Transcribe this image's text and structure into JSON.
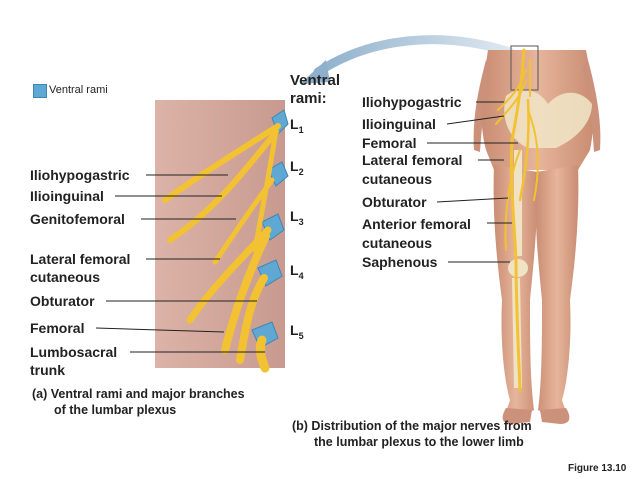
{
  "legend": {
    "label": "Ventral rami",
    "swatch_color": "#5fa8d3"
  },
  "panel_a": {
    "ventral_rami_title": [
      "Ventral",
      "rami:"
    ],
    "roots": [
      {
        "letter": "L",
        "sub": "1"
      },
      {
        "letter": "L",
        "sub": "2"
      },
      {
        "letter": "L",
        "sub": "3"
      },
      {
        "letter": "L",
        "sub": "4"
      },
      {
        "letter": "L",
        "sub": "5"
      }
    ],
    "labels": [
      "Iliohypogastric",
      "Ilioinguinal",
      "Genitofemoral",
      "Lateral femoral",
      "cutaneous",
      "Obturator",
      "Femoral",
      "Lumbosacral",
      "trunk"
    ],
    "caption": [
      "(a) Ventral rami and major branches",
      "of the lumbar plexus"
    ]
  },
  "panel_b": {
    "labels": [
      "Iliohypogastric",
      "Ilioinguinal",
      "Femoral",
      "Lateral femoral",
      "cutaneous",
      "Obturator",
      "Anterior femoral",
      "cutaneous",
      "Saphenous"
    ],
    "caption": [
      "(b) Distribution of the major nerves from",
      "the lumbar plexus to the lower limb"
    ]
  },
  "figure_label": "Figure 13.10",
  "colors": {
    "skin": "#d9a48a",
    "skin_light": "#e8bca5",
    "panel_bg": "#d8aba0",
    "nerve": "#f2c233",
    "bone": "#f0e2c4",
    "spine_blue": "#5fa8d3",
    "arrow": "#9fb9cf"
  }
}
